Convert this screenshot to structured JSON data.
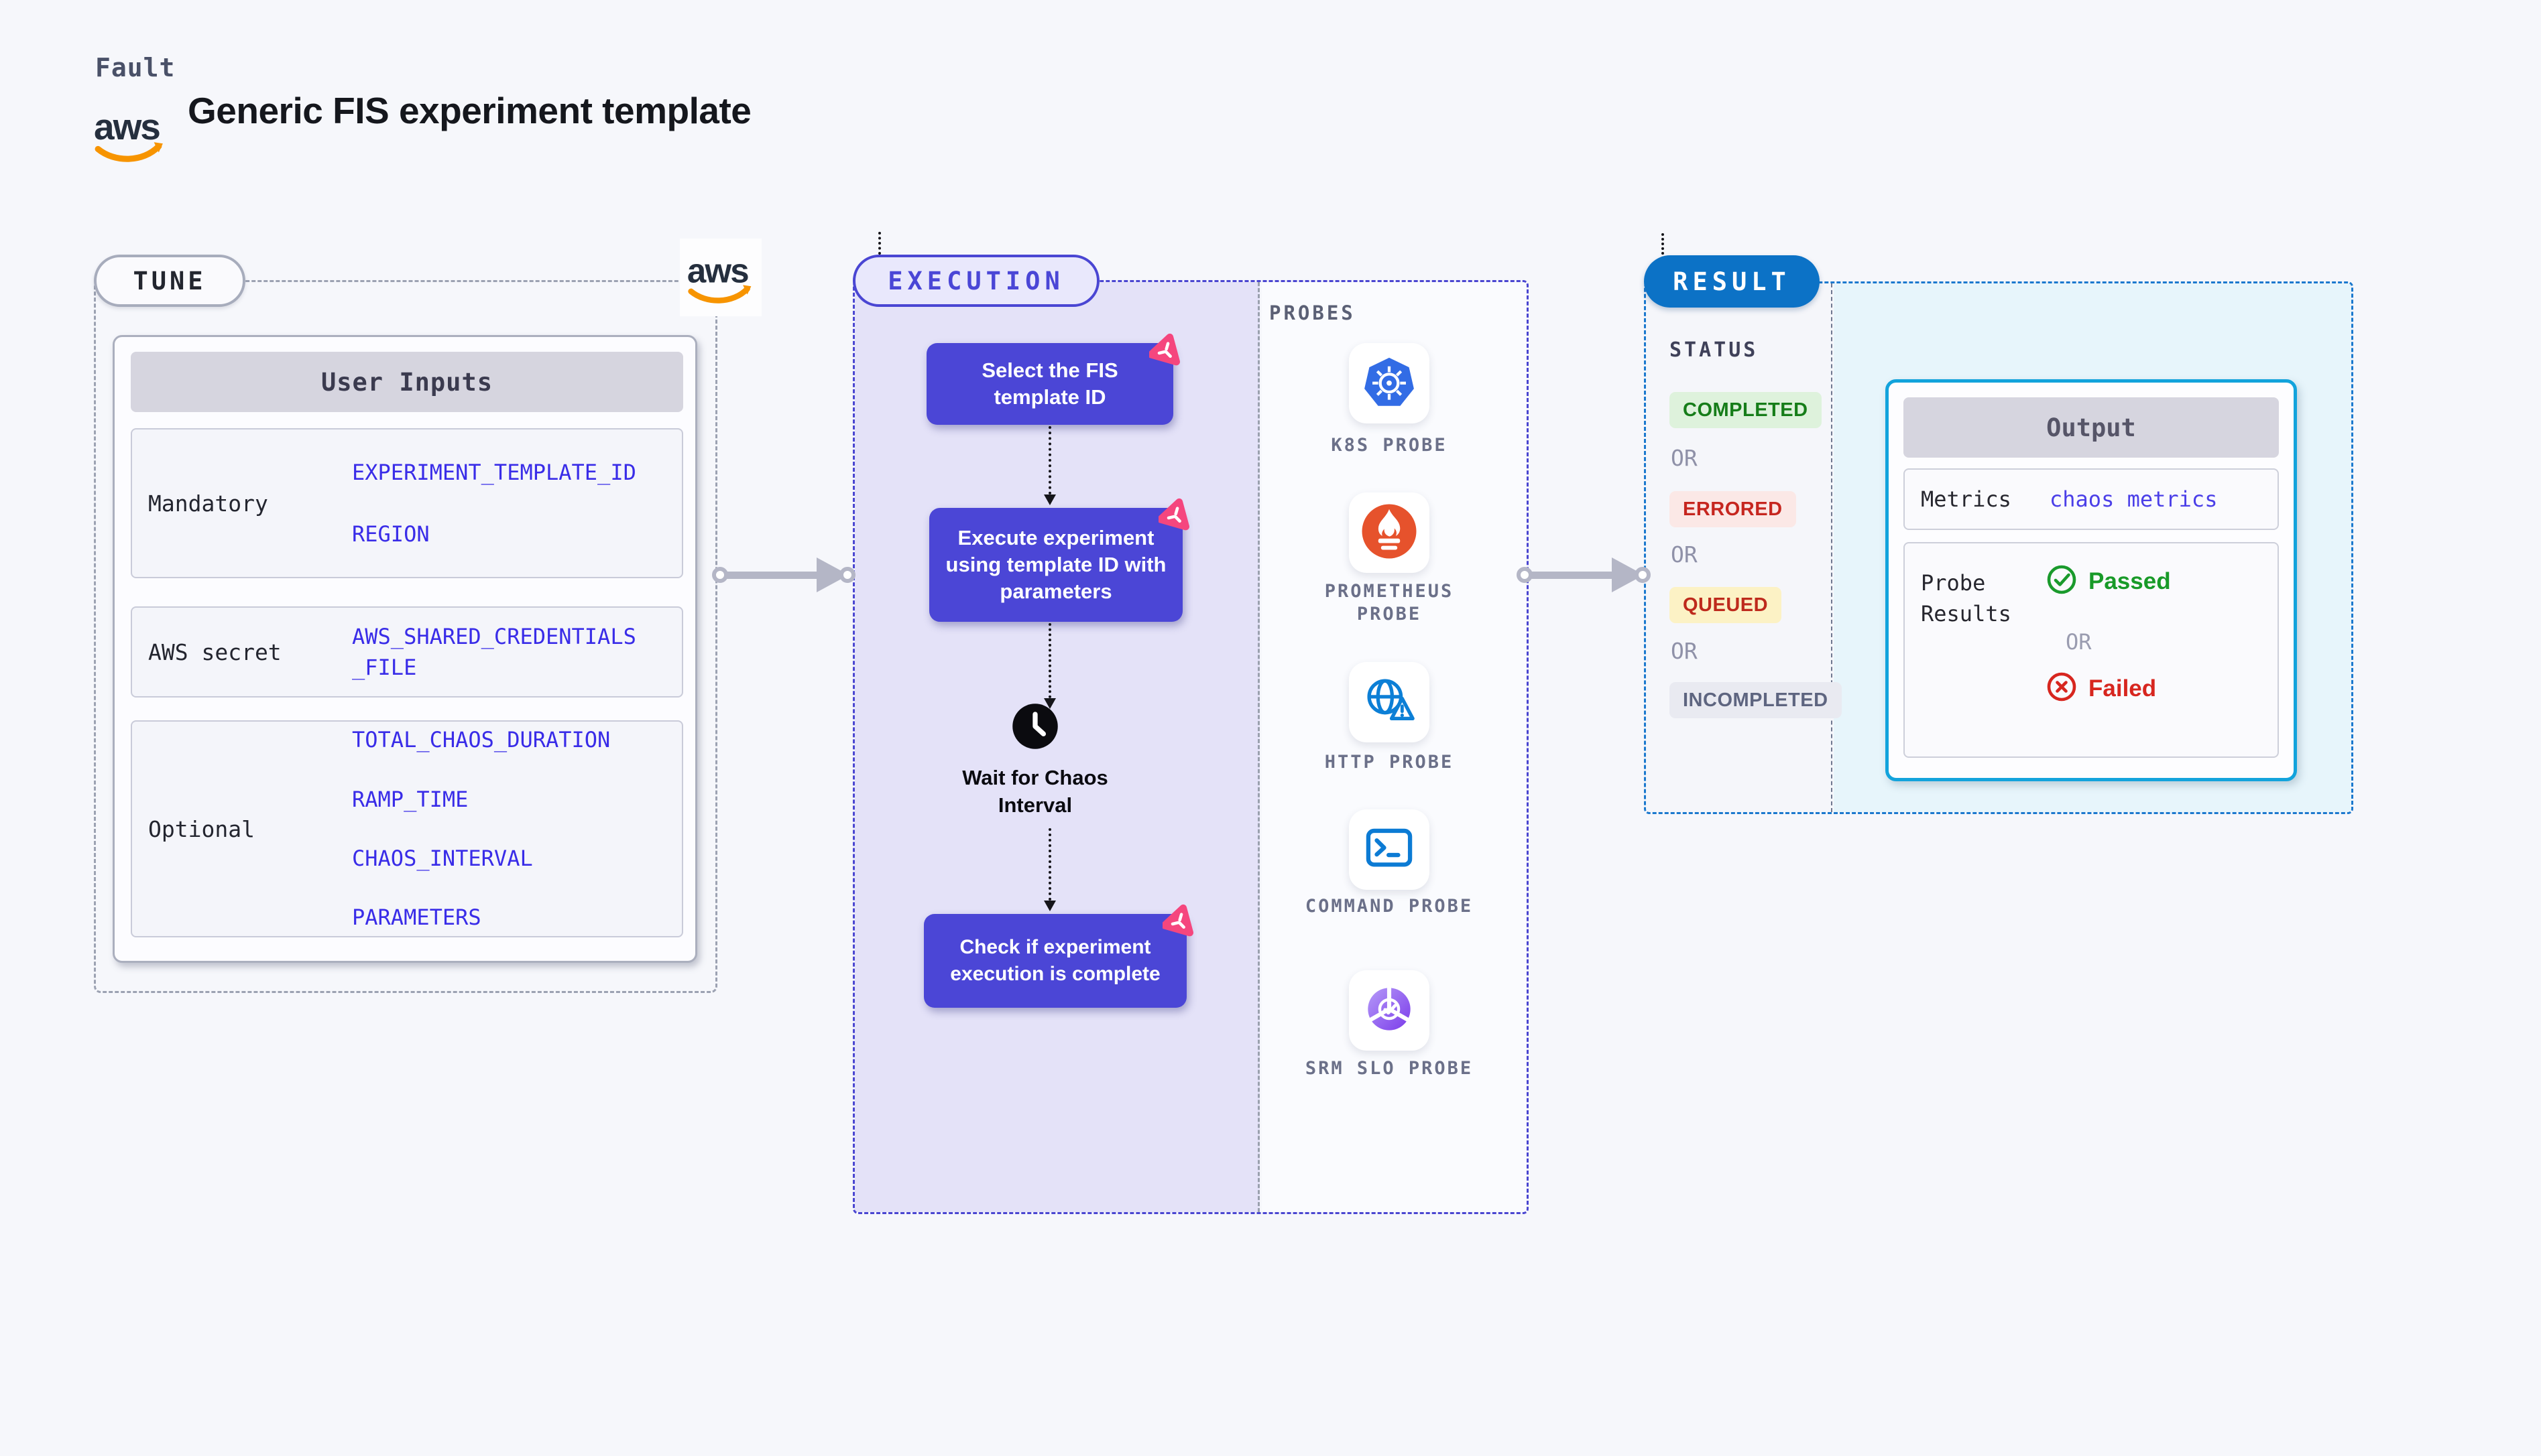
{
  "header": {
    "brand": "Fault",
    "title": "Generic FIS experiment template",
    "aws_wordmark": "aws"
  },
  "tune": {
    "badge": "TUNE",
    "user_inputs": {
      "title": "User Inputs",
      "rows": [
        {
          "label": "Mandatory",
          "values": [
            "EXPERIMENT_TEMPLATE_ID",
            "REGION"
          ]
        },
        {
          "label": "AWS secret",
          "values": [
            "AWS_SHARED_CREDENTIALS_FILE"
          ]
        },
        {
          "label": "Optional",
          "values": [
            "TOTAL_CHAOS_DURATION",
            "RAMP_TIME",
            "CHAOS_INTERVAL",
            "PARAMETERS"
          ]
        }
      ]
    }
  },
  "execution": {
    "badge": "EXECUTION",
    "steps": {
      "select": "Select the FIS template ID",
      "execute": "Execute experiment using template ID with parameters",
      "wait": "Wait for Chaos Interval",
      "check": "Check if experiment execution is complete"
    },
    "probes": {
      "title": "PROBES",
      "items": [
        {
          "label": "K8S PROBE",
          "icon": "kubernetes-icon"
        },
        {
          "label": "PROMETHEUS PROBE",
          "icon": "prometheus-icon"
        },
        {
          "label": "HTTP PROBE",
          "icon": "http-globe-icon"
        },
        {
          "label": "COMMAND PROBE",
          "icon": "terminal-icon"
        },
        {
          "label": "SRM SLO PROBE",
          "icon": "srm-slo-donut-icon"
        }
      ]
    }
  },
  "result": {
    "badge": "RESULT",
    "status": {
      "title": "STATUS",
      "or": "OR",
      "items": [
        {
          "label": "COMPLETED",
          "fg": "#167D19",
          "bg": "#DEF2DC"
        },
        {
          "label": "ERRORED",
          "fg": "#C6261F",
          "bg": "#FBE8E6"
        },
        {
          "label": "QUEUED",
          "fg": "#BE2A1C",
          "bg": "#FCF2C5"
        },
        {
          "label": "INCOMPLETED",
          "fg": "#5E6580",
          "bg": "#E9EAF1"
        }
      ]
    },
    "output": {
      "title": "Output",
      "metrics_label": "Metrics",
      "metrics_value": "chaos metrics",
      "probe_results_label": "Probe Results",
      "passed": "Passed",
      "or": "OR",
      "failed": "Failed"
    }
  },
  "colors": {
    "page_bg": "#F6F7FB",
    "tune_accent": "#9CA2B2",
    "execution_accent": "#4A46D1",
    "execution_panel_bg": "#E4E2F8",
    "flow_node_fill": "#4B46D6",
    "chaos_badge_pink": "#F5467E",
    "result_accent": "#0C72C6",
    "output_border": "#12A3DC",
    "output_area_bg": "#E7F5FB",
    "input_value_text": "#392CE8",
    "arrow_gray": "#B4B6C6",
    "kubernetes_blue": "#326CE5",
    "prometheus_orange": "#E6522C",
    "http_blue": "#0C7FD6",
    "srm_purple": "#7B3BEA",
    "aws_orange": "#F79400",
    "aws_navy": "#252F3E"
  }
}
